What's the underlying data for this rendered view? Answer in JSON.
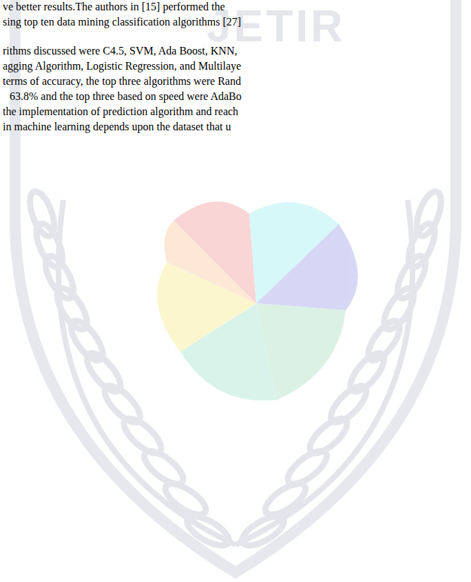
{
  "diagram": {
    "labels": [
      "ve better results.The authors in [15] performed the",
      "sing top ten data mining classification algorithms [27]",
      "rithms discussed were C4.5, SVM, Ada Boost, KNN,",
      "agging Algorithm, Logistic Regression, and Multilaye",
      "terms of accuracy, the top three algorithms were Rand",
      "63.8% and the top three based on speed were AdaBo",
      "the implementation of prediction algorithm and reach",
      "in machine learning depends upon the dataset that u",
      "JETIR"
    ]
  }
}
